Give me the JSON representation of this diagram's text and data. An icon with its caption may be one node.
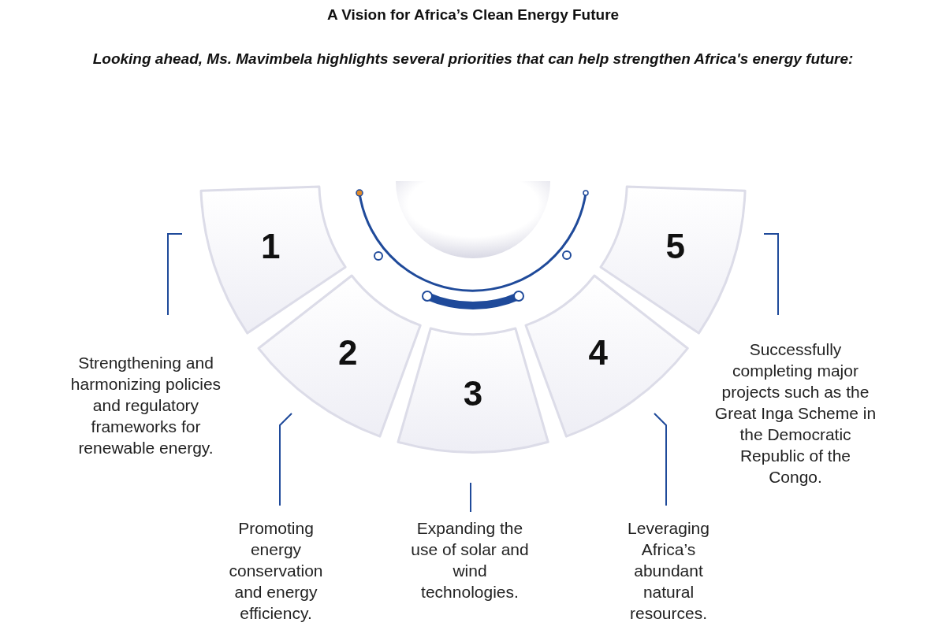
{
  "diagram": {
    "title": "A Vision for Africa’s Clean Energy Future",
    "caption": "Looking ahead, Ms. Mavimbela highlights several priorities that can help strengthen Africa's energy future:",
    "nodes": [
      {
        "text": [
          "1"
        ],
        "beside": [
          "Strengthening and harmonizing policies and regulatory frameworks for renewable energy."
        ]
      },
      {
        "text": [
          "2"
        ]
      },
      {
        "text": [
          "3"
        ]
      },
      {
        "text": [
          "4"
        ]
      },
      {
        "text": [
          "5"
        ],
        "beside": [
          "Successfully completing major projects such as the Great Inga Scheme in the Democratic Republic of the Congo."
        ]
      }
    ],
    "labels": [
      "Promoting energy conservation and energy efficiency.",
      "Expanding the use of solar and wind technologies.",
      "Leveraging Africa’s abundant natural resources."
    ]
  }
}
